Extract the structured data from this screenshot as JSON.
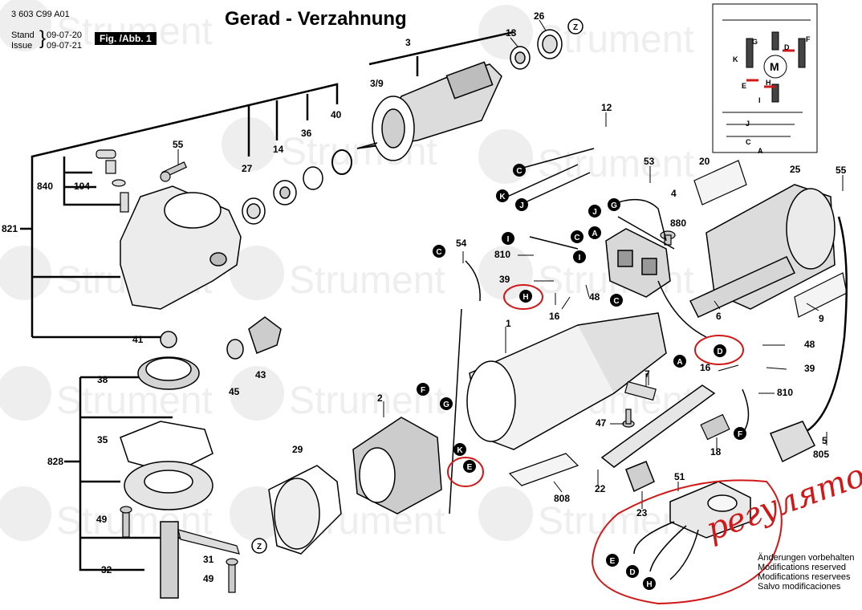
{
  "header": {
    "doc_code": "3 603 C99 A01",
    "stand_label": "Stand",
    "issue_label": "Issue",
    "stand_date": "09-07-20",
    "issue_date": "09-07-21",
    "figure": "Fig. /Abb. 1",
    "title": "Gerad - Verzahnung"
  },
  "notes": {
    "line1": "Änderungen vorbehalten",
    "line2": "Modifications reserved",
    "line3": "Modifications reservees",
    "line4": "Salvo modificaciones"
  },
  "handwritten_note": "регулятор",
  "watermark_brand": "Strument",
  "part_numbers": [
    "3",
    "3/9",
    "13",
    "26",
    "12",
    "55",
    "27",
    "14",
    "36",
    "40",
    "840",
    "104",
    "821",
    "53",
    "4",
    "880",
    "20",
    "25",
    "54",
    "810",
    "39",
    "48",
    "16",
    "6",
    "9",
    "1",
    "41",
    "43",
    "45",
    "38",
    "2",
    "7",
    "47",
    "18",
    "29",
    "22",
    "808",
    "23",
    "51",
    "828",
    "35",
    "49",
    "31",
    "32",
    "5",
    "805"
  ],
  "connector_letters": [
    "A",
    "C",
    "D",
    "E",
    "F",
    "G",
    "H",
    "I",
    "J",
    "K",
    "M",
    "Z"
  ],
  "wiring_inset": {
    "motor_label": "M",
    "terminals": [
      "G",
      "F",
      "K",
      "D",
      "E",
      "H",
      "I",
      "J",
      "C",
      "A"
    ]
  }
}
